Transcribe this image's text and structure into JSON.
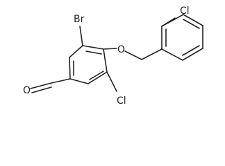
{
  "structure": {
    "atoms": {
      "bromine": "Br",
      "chlorine_ring": "Cl",
      "chlorine_benzyl": "Cl",
      "ether_oxygen": "O",
      "carbonyl_oxygen": "O"
    }
  }
}
